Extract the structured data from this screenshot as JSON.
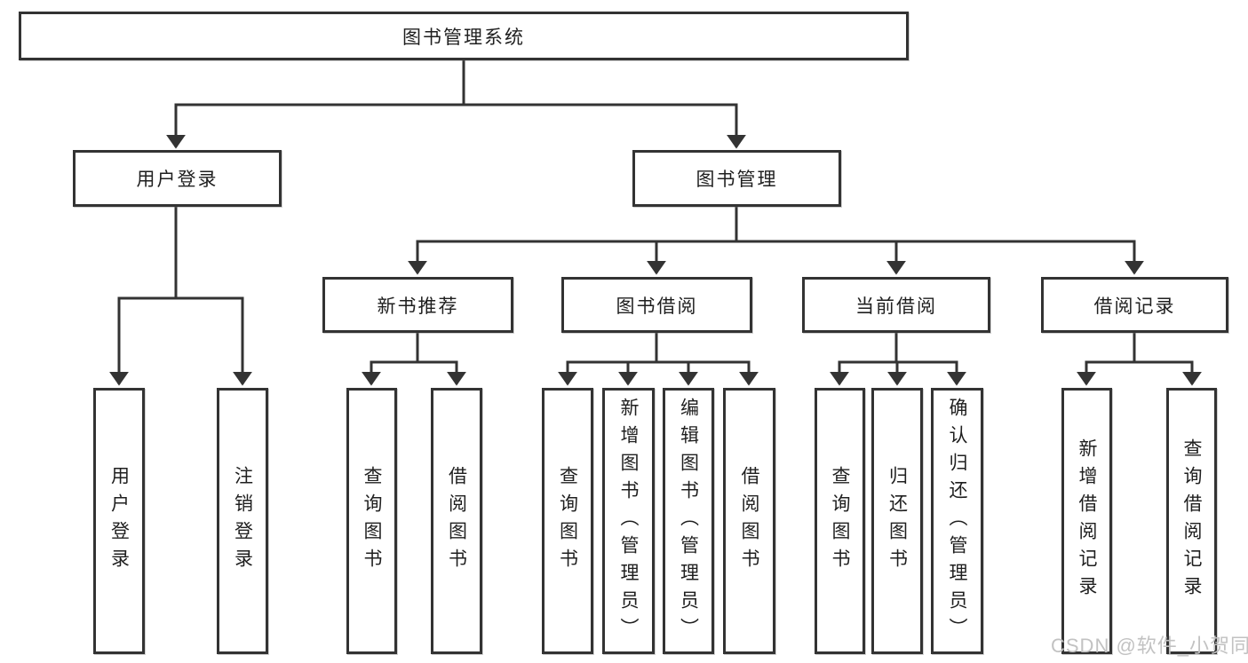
{
  "diagram": {
    "label": "图书管理系统",
    "children": [
      {
        "label": "用户登录",
        "children": [
          {
            "label": "用户登录"
          },
          {
            "label": "注销登录"
          }
        ]
      },
      {
        "label": "图书管理",
        "children": [
          {
            "label": "新书推荐",
            "children": [
              {
                "label": "查询图书"
              },
              {
                "label": "借阅图书"
              }
            ]
          },
          {
            "label": "图书借阅",
            "children": [
              {
                "label": "查询图书"
              },
              {
                "label": "新增图书（管理员）"
              },
              {
                "label": "编辑图书（管理员）"
              },
              {
                "label": "借阅图书"
              }
            ]
          },
          {
            "label": "当前借阅",
            "children": [
              {
                "label": "查询图书"
              },
              {
                "label": "归还图书"
              },
              {
                "label": "确认归还（管理员）"
              }
            ]
          },
          {
            "label": "借阅记录",
            "children": [
              {
                "label": "新增借阅记录"
              },
              {
                "label": "查询借阅记录"
              }
            ]
          }
        ]
      }
    ],
    "colors": {
      "line": "#333333",
      "box_background": "#ffffff",
      "text": "#1f1f1f"
    }
  },
  "watermark": {
    "text": "CSDN @软件_小贺同学",
    "color": "#c2c2c2"
  }
}
